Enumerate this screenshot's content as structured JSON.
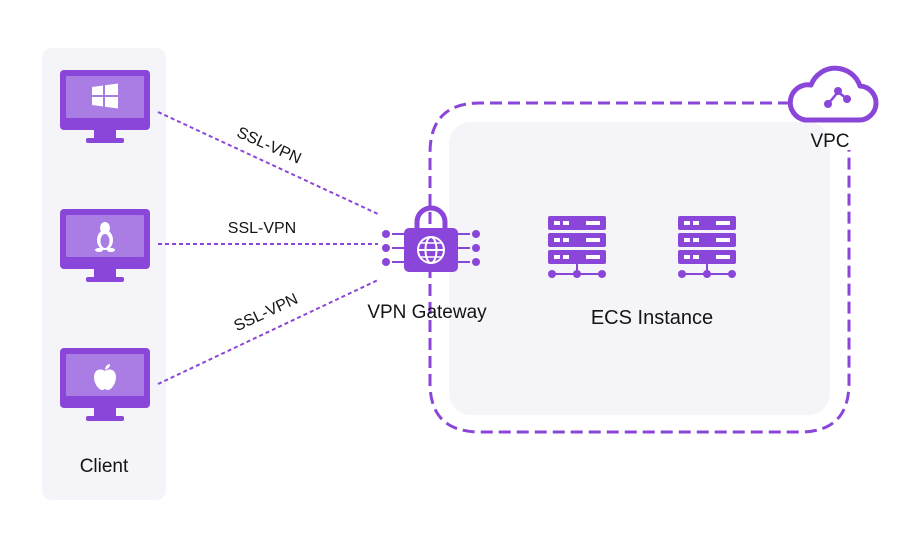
{
  "colors": {
    "accent": "#8a46d8",
    "accent_light": "#b48ae8",
    "panel": "#f4f4f9",
    "text": "#141414"
  },
  "client_panel": {
    "label": "Client",
    "devices": [
      {
        "os_icon": "windows-icon"
      },
      {
        "os_icon": "linux-icon"
      },
      {
        "os_icon": "apple-icon"
      }
    ]
  },
  "connections": [
    {
      "label": "SSL-VPN"
    },
    {
      "label": "SSL-VPN"
    },
    {
      "label": "SSL-VPN"
    }
  ],
  "gateway": {
    "label": "VPN Gateway",
    "icon": "lock-globe-icon"
  },
  "vpc": {
    "label": "VPC",
    "icon": "cloud-icon"
  },
  "ecs": {
    "label": "ECS Instance",
    "servers": [
      {
        "icon": "server-icon"
      },
      {
        "icon": "server-icon"
      }
    ]
  }
}
